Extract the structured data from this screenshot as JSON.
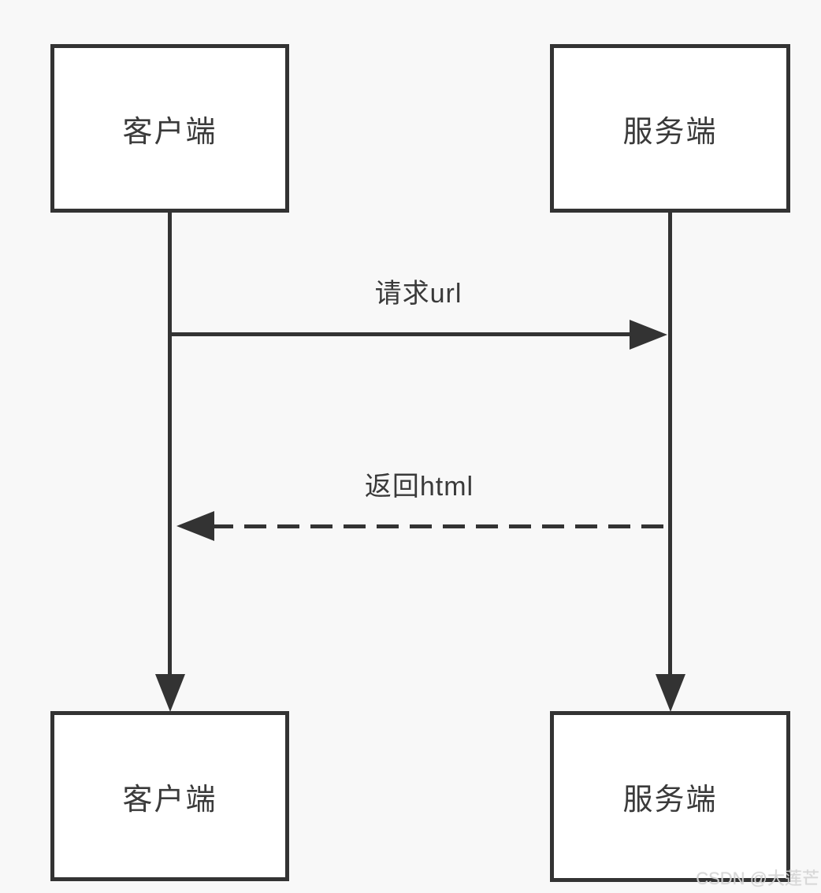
{
  "diagram": {
    "type": "sequence-flow",
    "colors": {
      "background": "#f8f8f8",
      "node_fill": "#ffffff",
      "stroke": "#333333",
      "text": "#3a3a3a",
      "watermark": "#d6d6d6"
    },
    "nodes": {
      "client_top": {
        "label": "客户端"
      },
      "server_top": {
        "label": "服务端"
      },
      "client_bottom": {
        "label": "客户端"
      },
      "server_bottom": {
        "label": "服务端"
      }
    },
    "messages": {
      "request": {
        "label": "请求url",
        "style": "solid",
        "direction": "left-to-right"
      },
      "response": {
        "label": "返回html",
        "style": "dashed",
        "direction": "right-to-left"
      }
    },
    "watermark": {
      "text": "CSDN @大莲芒"
    }
  }
}
